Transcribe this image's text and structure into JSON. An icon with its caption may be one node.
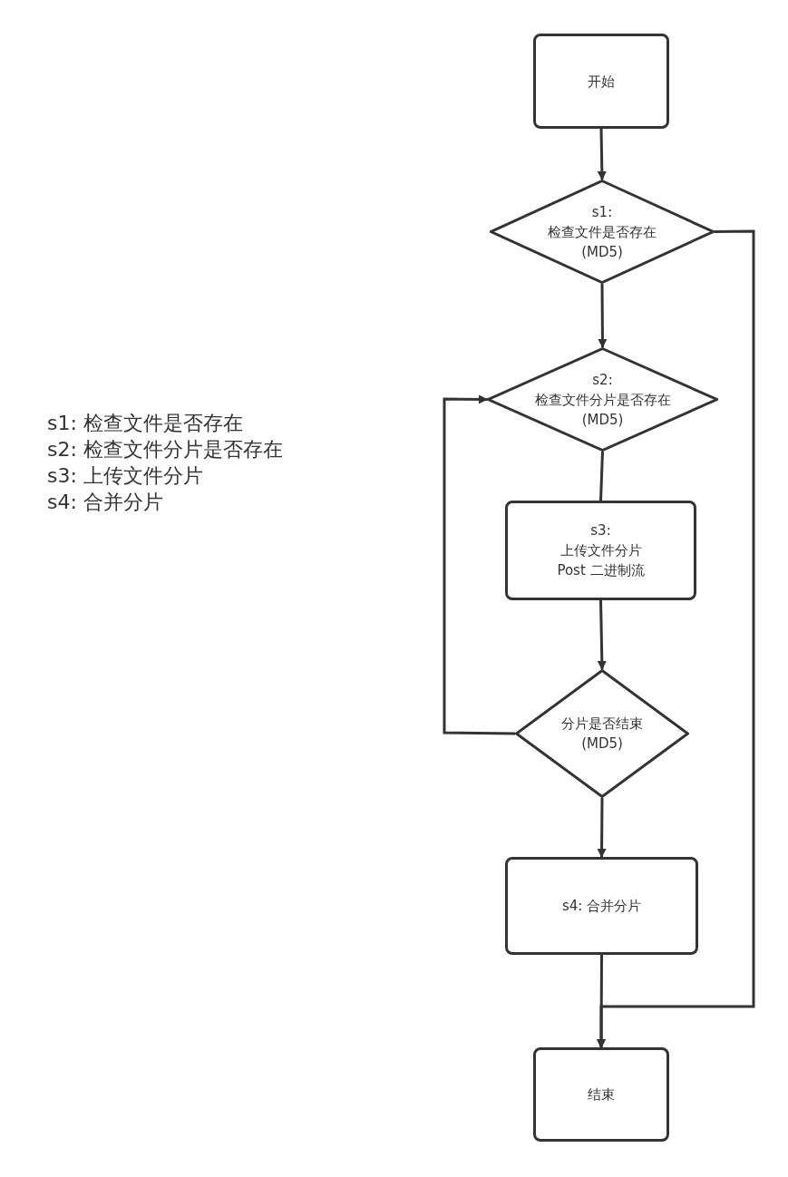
{
  "diagram": {
    "nodes": [
      {
        "text": [
          "开始"
        ]
      },
      {
        "text": [
          "s1:",
          "检查文件是否存在",
          "(MD5)"
        ]
      },
      {
        "text": [
          "s2:",
          "检查文件分片是否存在",
          "(MD5)"
        ]
      },
      {
        "text": [
          "s3:",
          "上传文件分片",
          "Post 二进制流"
        ]
      },
      {
        "text": [
          "分片是否结束",
          "(MD5)"
        ]
      },
      {
        "text": [
          "s4: 合并分片"
        ]
      },
      {
        "text": [
          "结束"
        ]
      }
    ],
    "edges": [
      {
        "from": 0,
        "to": 1,
        "arrow": "to"
      },
      {
        "from": 1,
        "to": 2,
        "arrow": "to"
      },
      {
        "from": 2,
        "to": 3,
        "arrow": "none"
      },
      {
        "from": 3,
        "to": 4,
        "arrow": "to"
      },
      {
        "from": 4,
        "to": 2,
        "arrow": "to"
      },
      {
        "from": 4,
        "to": 5,
        "arrow": "to"
      },
      {
        "from": 5,
        "to": 6,
        "arrow": "to"
      },
      {
        "from": 1,
        "to": 6,
        "arrow": "to"
      }
    ],
    "labels": [
      "s1: 检查文件是否存在",
      "s2: 检查文件分片是否存在",
      "s3: 上传文件分片",
      "s4: 合并分片"
    ]
  }
}
